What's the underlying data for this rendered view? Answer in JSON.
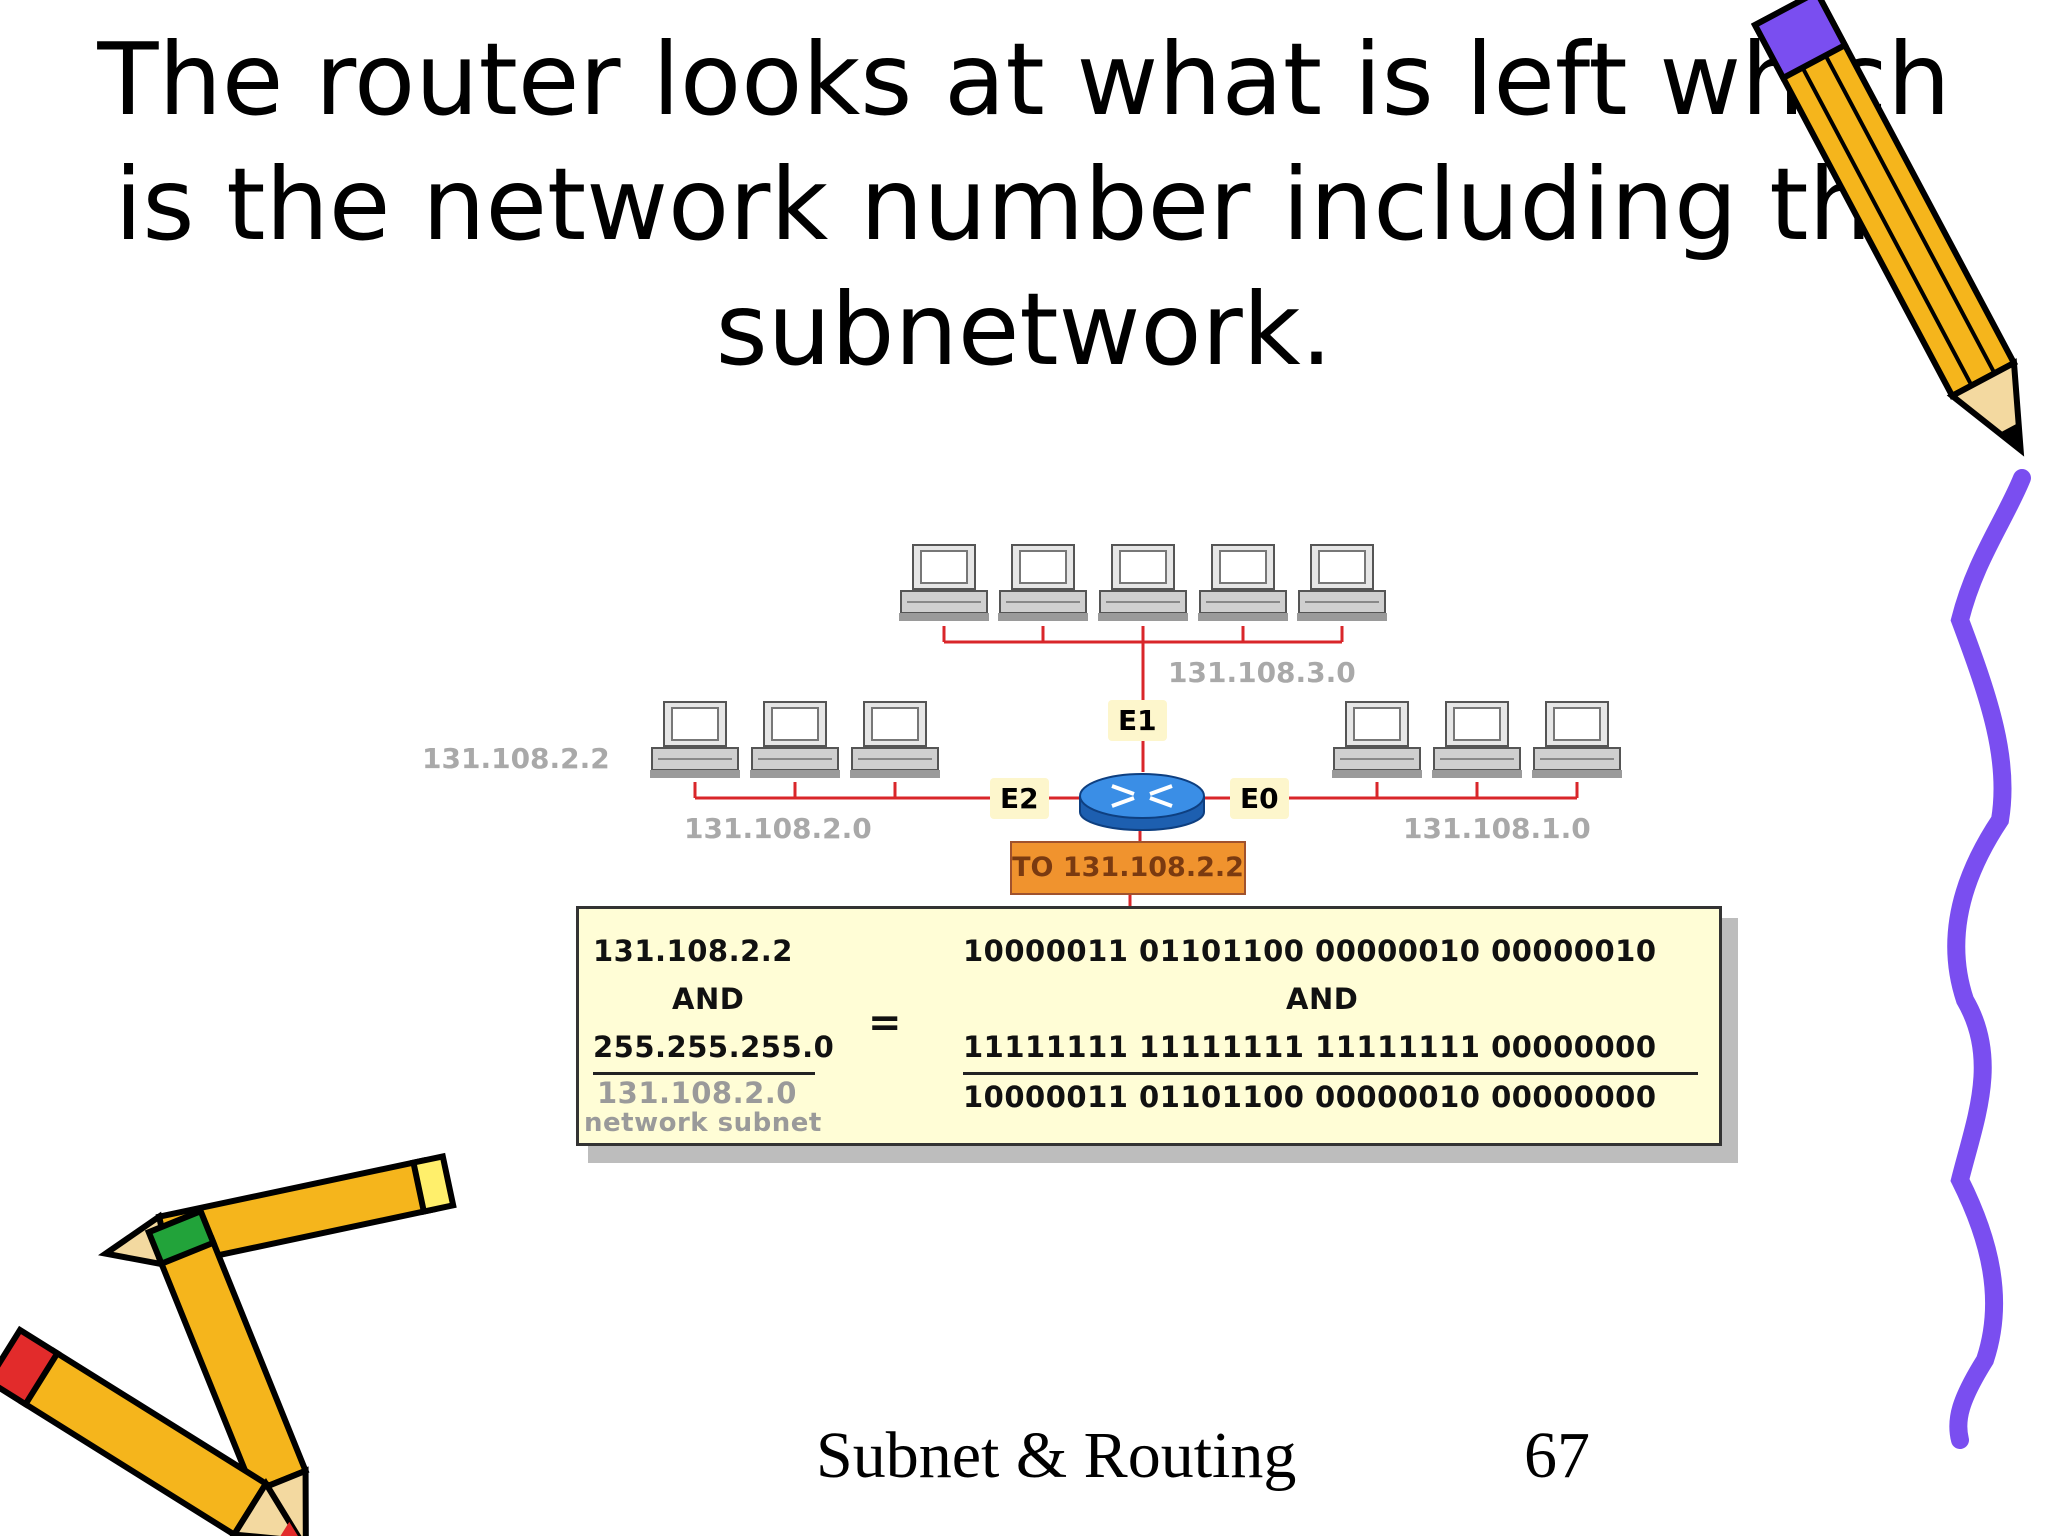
{
  "title": {
    "line1": "The router looks at what is left which",
    "line2": "is the network number including the",
    "line3": "subnetwork."
  },
  "diagram": {
    "networks": {
      "top": "131.108.3.0",
      "left": "131.108.2.0",
      "right": "131.108.1.0"
    },
    "host_left_ip": "131.108.2.2",
    "ports": {
      "e0": "E0",
      "e1": "E1",
      "e2": "E2"
    },
    "destination": "TO 131.108.2.2",
    "calc": {
      "ip_dotted": "131.108.2.2",
      "and_left": "AND",
      "mask_dotted": "255.255.255.0",
      "result_dotted": "131.108.2.0",
      "result_caption": "network  subnet",
      "equals": "=",
      "ip_binary": "10000011 01101100 00000010 00000010",
      "and_right": "AND",
      "mask_binary": "11111111 11111111 11111111 00000000",
      "result_binary": "10000011 01101100 00000010 00000000"
    },
    "colors": {
      "cable": "#d9262a",
      "router": "#2f7fd8",
      "dest_box": "#f0932e",
      "calc_box": "#fffdd6",
      "pencil_purple": "#7a4ef0",
      "pencil_yellow": "#f5b51c"
    }
  },
  "footer": {
    "caption": "Subnet & Routing",
    "page_number": "67"
  }
}
